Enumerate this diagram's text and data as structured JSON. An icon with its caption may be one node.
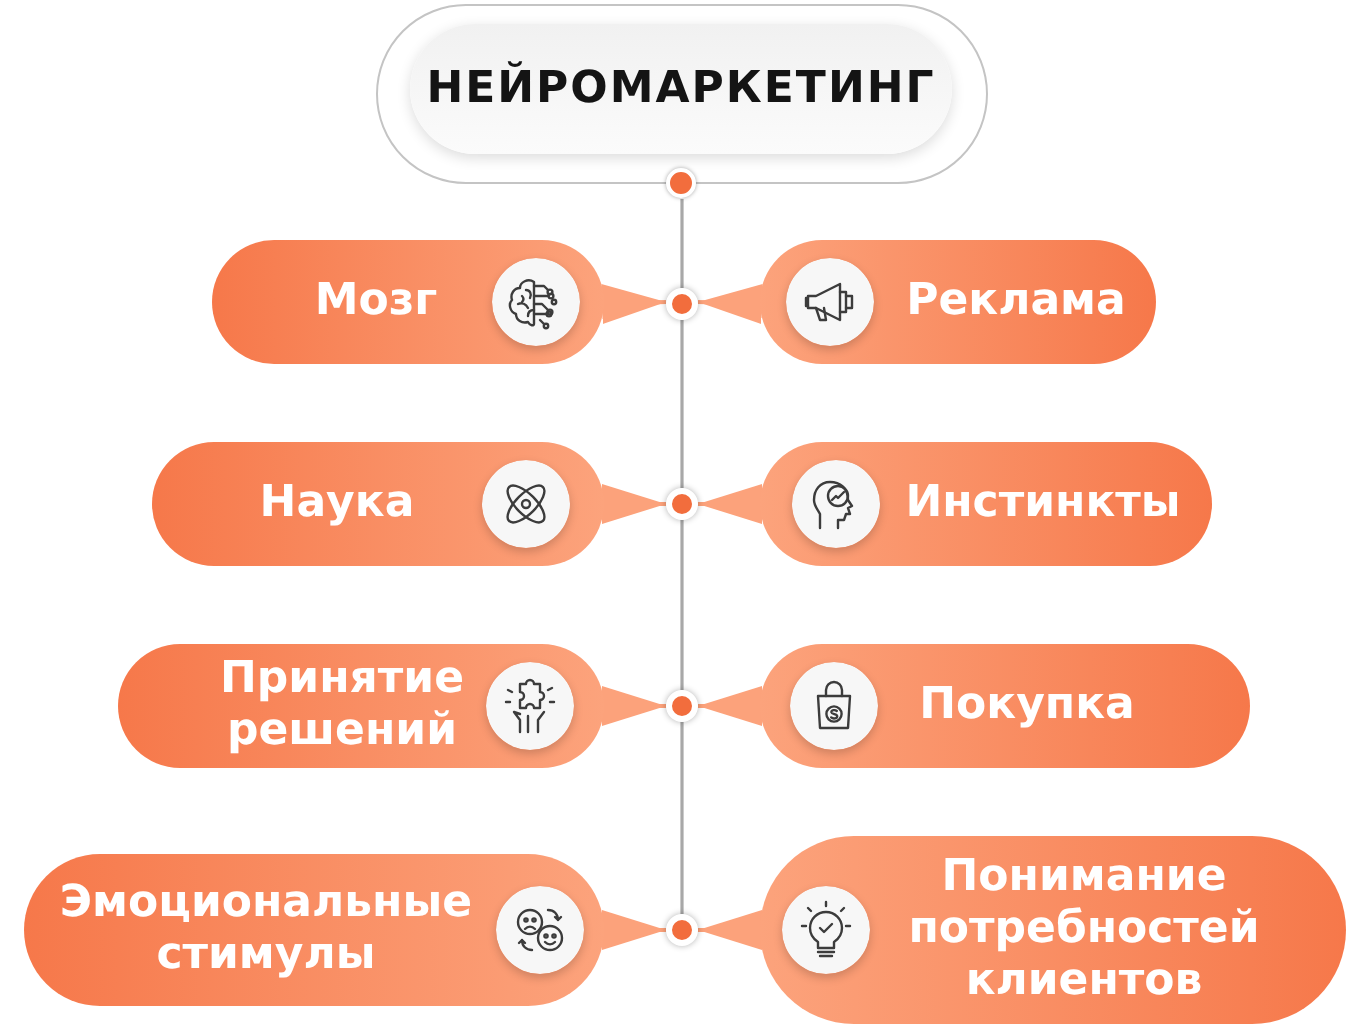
{
  "diagram": {
    "nodes": [
      {
        "text": [
          "НЕЙРОМАРКЕТИНГ"
        ]
      },
      {
        "text": [
          "Мозг"
        ]
      },
      {
        "text": [
          "Реклама"
        ]
      },
      {
        "text": [
          "Наука"
        ]
      },
      {
        "text": [
          "Инстинкты"
        ]
      },
      {
        "text": [
          "Принятие решений"
        ]
      },
      {
        "text": [
          "Покупка"
        ]
      },
      {
        "text": [
          "Эмоциональные стимулы"
        ]
      },
      {
        "text": [
          "Понимание потребностей клиентов"
        ]
      },
      {
        "text": [],
        "shape": "circle"
      },
      {
        "text": [],
        "shape": "circle"
      },
      {
        "text": [],
        "shape": "circle"
      },
      {
        "text": [],
        "shape": "circle"
      }
    ],
    "edges": [
      {
        "from": 0,
        "to": 9,
        "arrow": "none",
        "color": "#a8a8a8"
      },
      {
        "from": 9,
        "to": 10,
        "arrow": "none",
        "color": "#a8a8a8"
      },
      {
        "from": 10,
        "to": 11,
        "arrow": "none",
        "color": "#a8a8a8"
      },
      {
        "from": 11,
        "to": 12,
        "arrow": "none",
        "color": "#a8a8a8"
      },
      {
        "from": 1,
        "to": 9,
        "arrow": "to"
      },
      {
        "from": 2,
        "to": 9,
        "arrow": "to"
      },
      {
        "from": 3,
        "to": 10,
        "arrow": "to"
      },
      {
        "from": 4,
        "to": 10,
        "arrow": "to"
      },
      {
        "from": 5,
        "to": 11,
        "arrow": "to"
      },
      {
        "from": 6,
        "to": 11,
        "arrow": "to"
      },
      {
        "from": 7,
        "to": 12,
        "arrow": "to"
      },
      {
        "from": 8,
        "to": 12,
        "arrow": "to"
      }
    ]
  }
}
